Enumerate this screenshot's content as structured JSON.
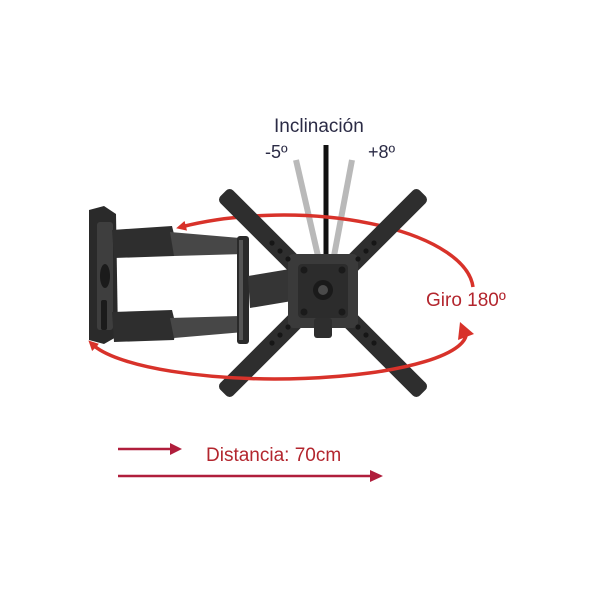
{
  "tilt": {
    "title": "Inclinación",
    "minus_label": "-5º",
    "plus_label": "+8º"
  },
  "swivel": {
    "label": "Giro 180º"
  },
  "distance": {
    "label": "Distancia: 70cm"
  },
  "colors": {
    "accent_red": "#d8322a",
    "text_dark": "#2b2b45",
    "label_red": "#b3262e",
    "arrow_maroon": "#b01e3c",
    "mount_dark": "#2a2a2a",
    "mount_mid": "#3e3e3e",
    "tilt_gray": "#b9b9b9",
    "tilt_black": "#111111"
  }
}
